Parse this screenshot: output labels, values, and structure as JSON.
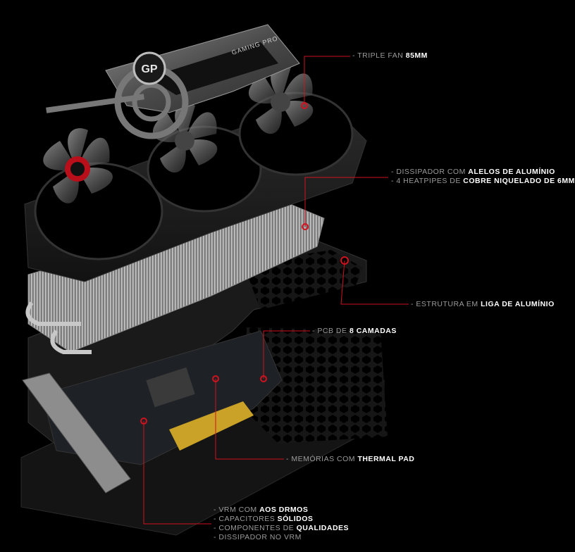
{
  "colors": {
    "background": "#000000",
    "accent_red": "#d1121f",
    "callout_gray": "#9a9a9a",
    "callout_white": "#ffffff"
  },
  "logo": {
    "badge_text": "GP",
    "brand_text": "GAMING PRO"
  },
  "callouts": {
    "fan": {
      "dash": "- ",
      "plain": "TRIPLE FAN ",
      "strong": "85MM"
    },
    "heatsink_fins": {
      "dash": "- ",
      "plain": "DISSIPADOR COM ",
      "strong": "ALELOS DE ALUMÍNIO"
    },
    "heatpipes": {
      "dash": "- ",
      "plain": "4 HEATPIPES DE ",
      "strong": "COBRE NIQUELADO DE 6MM"
    },
    "frame": {
      "dash": "- ",
      "plain": "ESTRUTURA EM ",
      "strong": "LIGA DE ALUMÍNIO"
    },
    "pcb": {
      "dash": "- ",
      "plain": "PCB DE ",
      "strong": "8 CAMADAS"
    },
    "memory": {
      "dash": "- ",
      "plain": "MEMÓRIAS COM ",
      "strong": "THERMAL PAD"
    },
    "vrm_list": [
      {
        "dash": "- ",
        "plain": "VRM COM ",
        "strong": "AOS DRMOS"
      },
      {
        "dash": "- ",
        "plain": "CAPACITORES ",
        "strong": "SÓLIDOS"
      },
      {
        "dash": "- ",
        "plain": "COMPONENTES DE ",
        "strong": "QUALIDADES"
      },
      {
        "dash": "- ",
        "plain": "DISSIPADOR NO VRM",
        "strong": ""
      }
    ]
  }
}
